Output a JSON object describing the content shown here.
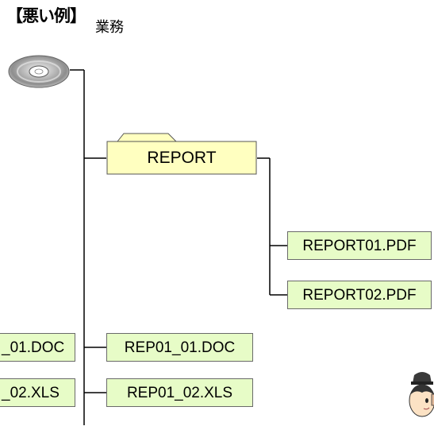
{
  "header": {
    "title": "【悪い例】",
    "subtitle": "業務"
  },
  "tree": {
    "root_icon": "cd-disc-icon",
    "folder": {
      "icon": "folder-icon",
      "label": "REPORT",
      "files": [
        {
          "label": "REPORT01.PDF"
        },
        {
          "label": "REPORT02.PDF"
        }
      ]
    },
    "root_files": [
      {
        "label": "REP01_01.DOC"
      },
      {
        "label": "REP01_02.XLS"
      }
    ],
    "left_cut_files": [
      {
        "label": "_01.DOC"
      },
      {
        "label": "_02.XLS"
      }
    ]
  },
  "colors": {
    "folder_fill": "#ffffc0",
    "file_fill": "#e7fcc7",
    "line": "#000000"
  },
  "decoration": {
    "character_icon": "student-character-icon"
  }
}
